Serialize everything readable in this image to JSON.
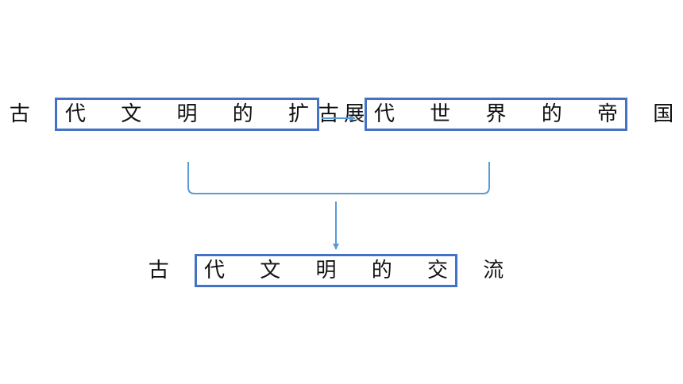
{
  "diagram": {
    "nodes": [
      {
        "id": "box1",
        "label": "古 代 文 明 的 扩 展"
      },
      {
        "id": "box2",
        "label": "古 代 世 界 的 帝 国"
      },
      {
        "id": "box3",
        "label": "古 代 文 明 的 交 流"
      }
    ],
    "edges": [
      {
        "from": "box1",
        "to": "box2"
      },
      {
        "from": "box1+box2",
        "to": "box3"
      }
    ],
    "colors": {
      "border": "#4472C4",
      "connector": "#5B9BD5",
      "text": "#111111"
    }
  }
}
